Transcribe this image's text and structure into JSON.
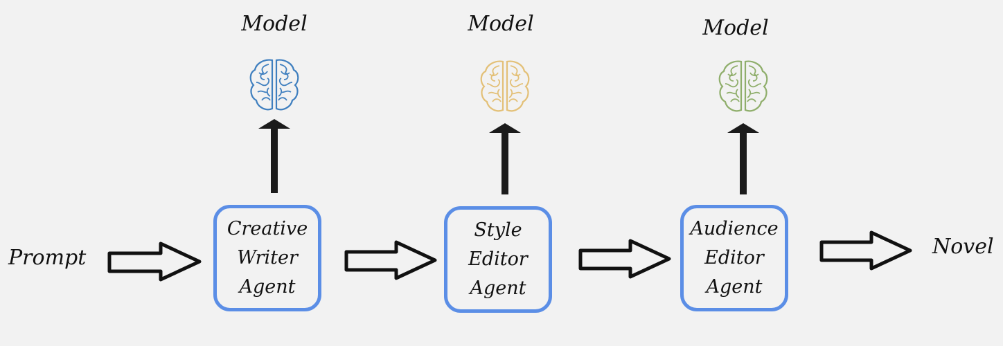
{
  "input_label": "Prompt",
  "output_label": "Novel",
  "agents": [
    {
      "lines": [
        "Creative",
        "Writer",
        "Agent"
      ],
      "model_label": "Model",
      "brain_color": "#3f7fbf",
      "brain_icon": "brain-icon"
    },
    {
      "lines": [
        "Style",
        "Editor",
        "Agent"
      ],
      "model_label": "Model",
      "brain_color": "#e3c077",
      "brain_icon": "brain-icon"
    },
    {
      "lines": [
        "Audience",
        "Editor",
        "Agent"
      ],
      "model_label": "Model",
      "brain_color": "#8fae6b",
      "brain_icon": "brain-icon"
    }
  ],
  "box_border_color": "#5b8ee6"
}
